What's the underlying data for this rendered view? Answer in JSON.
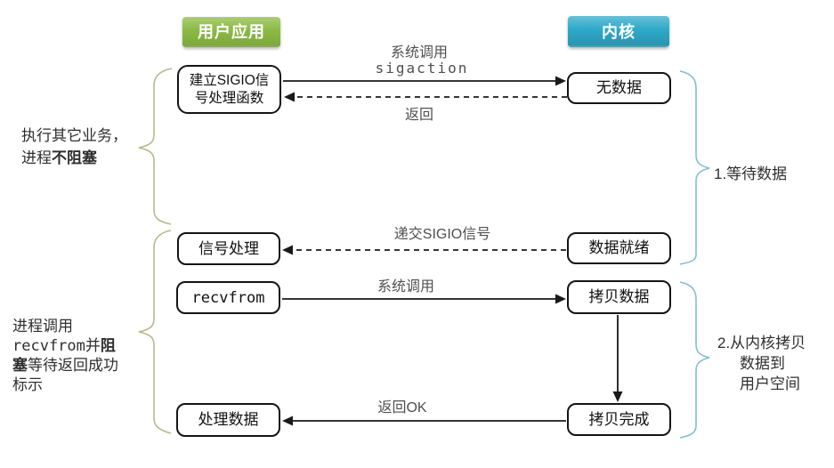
{
  "headers": {
    "user_app": "用户应用",
    "kernel": "内核"
  },
  "boxes": {
    "setup_line1": "建立SIGIO信",
    "setup_line2": "号处理函数",
    "no_data": "无数据",
    "signal_handler": "信号处理",
    "data_ready": "数据就绪",
    "recvfrom": "recvfrom",
    "copy_data": "拷贝数据",
    "process_data": "处理数据",
    "copy_done": "拷贝完成"
  },
  "arrow_labels": {
    "sigaction_call_line1": "系统调用",
    "sigaction_call_line2": "sigaction",
    "sigaction_return": "返回",
    "deliver_sigio": "递交SIGIO信号",
    "recvfrom_call": "系统调用",
    "return_ok": "返回OK"
  },
  "annotations": {
    "left1_line1": "执行其它业务，",
    "left1_line2a": "进程",
    "left1_line2b": "不阻塞",
    "left2_line1": "进程调用",
    "left2_line2a": "recvfrom",
    "left2_line2b": "并",
    "left2_line2c": "阻",
    "left2_line3a": "塞",
    "left2_line3b": "等待返回成功",
    "left2_line4": "标示",
    "right1": "1.等待数据",
    "right2_line1": "2.从内核拷贝",
    "right2_line2": "数据到",
    "right2_line3": "用户空间"
  },
  "colors": {
    "user_app_bg": "#8cbb44",
    "kernel_bg": "#2fa9c9",
    "brace_left": "#b9b98d",
    "brace_right": "#84bcd7",
    "label_text": "#4f4f4f"
  }
}
